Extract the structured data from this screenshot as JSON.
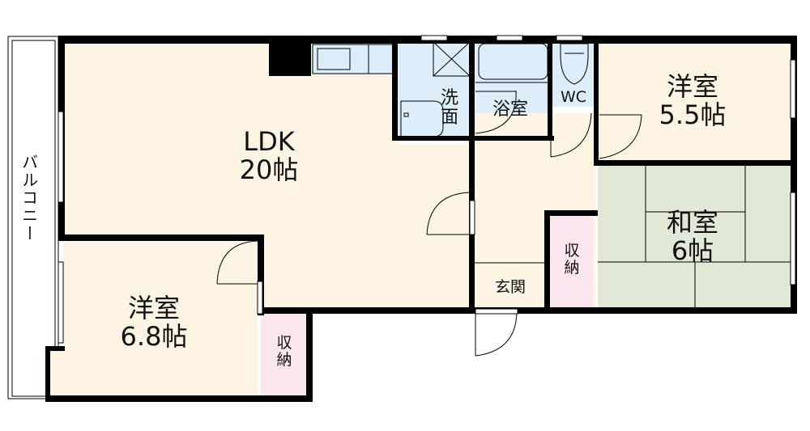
{
  "colors": {
    "wall": "#000000",
    "floor_western": "#fdf4e3",
    "floor_wet": "#ddeefa",
    "floor_tatami": "#e2e8d6",
    "storage": "#fbe5ee",
    "balcony": "#ffffff"
  },
  "balcony": {
    "label": "バルコニー"
  },
  "rooms": {
    "ldk": {
      "name": "LDK",
      "size": "20帖"
    },
    "western_1": {
      "name": "洋室",
      "size": "5.5帖"
    },
    "western_2": {
      "name": "洋室",
      "size": "6.8帖"
    },
    "japanese": {
      "name": "和室",
      "size": "6帖"
    },
    "washroom": {
      "name": "洗\n面",
      "line1": "洗",
      "line2": "面"
    },
    "bath": {
      "name": "浴室"
    },
    "toilet": {
      "name": "WC"
    },
    "entrance": {
      "name": "玄関"
    },
    "storage_1": {
      "line1": "収",
      "line2": "納"
    },
    "storage_2": {
      "line1": "収",
      "line2": "納"
    }
  }
}
